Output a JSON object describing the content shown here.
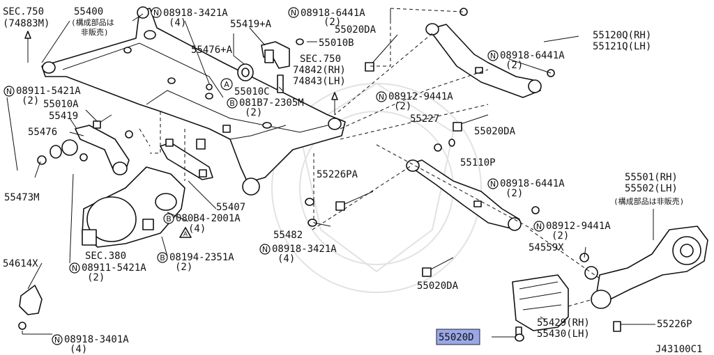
{
  "labels": {
    "sec750_a": "SEC.750",
    "sec750_a_ref": "(74883M)",
    "p55400": "55400",
    "p55400_note1": "(構成部品は",
    "p55400_note2": "非販売)",
    "n08918_3421a_top": "08918-3421A",
    "n08918_3421a_top_qty": "(4)",
    "p55419a": "55419+A",
    "p55476a": "55476+A",
    "p55010b": "55010B",
    "n08918_6441a_top": "08918-6441A",
    "n08918_6441a_top_qty": "(2)",
    "p55020da_top": "55020DA",
    "sec750_b": "SEC.750",
    "sec750_b_rh": "74842(RH)",
    "sec750_b_lh": "74843(LH)",
    "p55120q": "55120Q(RH)",
    "p55121q": "55121Q(LH)",
    "n08918_6441a_r1": "08918-6441A",
    "n08918_6441a_r1_qty": "(2)",
    "n08911_5421a_l": "08911-5421A",
    "n08911_5421a_l_qty": "(2)",
    "p55010a": "55010A",
    "p55010c": "55010C",
    "b081b7_2305m": "081B7-2305M",
    "b081b7_2305m_qty": "(2)",
    "n08912_9441a_c": "08912-9441A",
    "n08912_9441a_c_qty": "(2)",
    "p55419": "55419",
    "p55227": "55227",
    "p55020da_mid": "55020DA",
    "p55476": "55476",
    "p55226pa": "55226PA",
    "p55110p": "55110P",
    "n08918_6441a_r2": "08918-6441A",
    "n08918_6441a_r2_qty": "(2)",
    "p55501": "55501(RH)",
    "p55502": "55502(LH)",
    "p55501_note": "(構成部品は非販売)",
    "p55473m": "55473M",
    "p55407": "55407",
    "b080b4_2001a": "080B4-2001A",
    "b080b4_2001a_qty": "(4)",
    "p55482": "55482",
    "n08918_3421a_mid": "08918-3421A",
    "n08918_3421a_mid_qty": "(4)",
    "n08912_9441a_r": "08912-9441A",
    "n08912_9441a_r_qty": "(2)",
    "p54559x": "54559X",
    "sec380": "SEC.380",
    "b08194_2351a": "08194-2351A",
    "b08194_2351a_qty": "(2)",
    "n08911_5421a_b": "08911-5421A",
    "n08911_5421a_b_qty": "(2)",
    "p54614x": "54614X",
    "p55020da_bot": "55020DA",
    "p55429": "55429(RH)",
    "p55430": "55430(LH)",
    "p55226p": "55226P",
    "p55020d": "55020D",
    "n08918_3401a": "08918-3401A",
    "n08918_3401a_qty": "(4)",
    "diagram_code": "J43100C1",
    "circle_n": "N",
    "circle_b": "B",
    "ref_a": "A"
  },
  "highlight_color": "#9aa8e6"
}
